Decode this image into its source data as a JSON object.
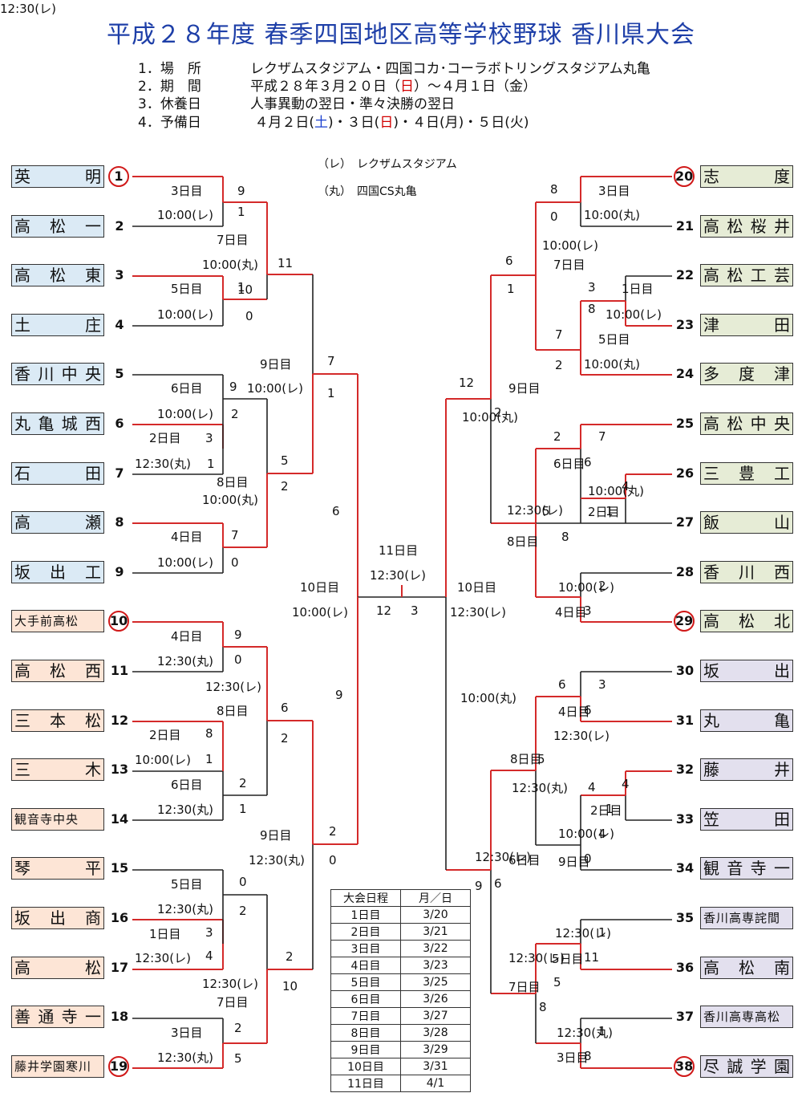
{
  "title": "平成２８年度 春季四国地区高等学校野球 香川県大会",
  "info": [
    {
      "k": "1．場　所",
      "v": [
        {
          "t": "レクザムスタジアム・四国コカ･コーラボトリングスタジアム丸亀"
        }
      ]
    },
    {
      "k": "2．期　間",
      "v": [
        {
          "t": "平成２８年３月２０日（"
        },
        {
          "t": "日",
          "c": "red"
        },
        {
          "t": "）～４月１日（金）"
        }
      ]
    },
    {
      "k": "3．休養日",
      "v": [
        {
          "t": "人事異動の翌日・準々決勝の翌日"
        }
      ]
    },
    {
      "k": "4．予備日",
      "v": [
        {
          "t": " ４月２日("
        },
        {
          "t": "土",
          "c": "blue"
        },
        {
          "t": ")・３日("
        },
        {
          "t": "日",
          "c": "red"
        },
        {
          "t": ")・４日(月)・５日(火)"
        }
      ]
    }
  ],
  "legend": [
    {
      "abbr": "（レ）",
      "name": "レクザムスタジアム"
    },
    {
      "abbr": "（丸）",
      "name": "四国CS丸亀"
    }
  ],
  "teams": [
    {
      "no": "1",
      "name": [
        "英",
        "明"
      ],
      "side": "L",
      "bg": "blue",
      "seed": true
    },
    {
      "no": "2",
      "name": [
        "高",
        "松",
        "一"
      ],
      "side": "L",
      "bg": "blue"
    },
    {
      "no": "3",
      "name": [
        "高",
        "松",
        "東"
      ],
      "side": "L",
      "bg": "blue"
    },
    {
      "no": "4",
      "name": [
        "土",
        "庄"
      ],
      "side": "L",
      "bg": "blue"
    },
    {
      "no": "5",
      "name": [
        "香",
        "川",
        "中",
        "央"
      ],
      "side": "L",
      "bg": "blue"
    },
    {
      "no": "6",
      "name": [
        "丸",
        "亀",
        "城",
        "西"
      ],
      "side": "L",
      "bg": "blue"
    },
    {
      "no": "7",
      "name": [
        "石",
        "田"
      ],
      "side": "L",
      "bg": "blue"
    },
    {
      "no": "8",
      "name": [
        "高",
        "瀬"
      ],
      "side": "L",
      "bg": "blue"
    },
    {
      "no": "9",
      "name": [
        "坂",
        "出",
        "工"
      ],
      "side": "L",
      "bg": "blue"
    },
    {
      "no": "10",
      "name": [
        "大手前高松"
      ],
      "side": "L",
      "bg": "pink",
      "seed": true,
      "small": true
    },
    {
      "no": "11",
      "name": [
        "高",
        "松",
        "西"
      ],
      "side": "L",
      "bg": "pink"
    },
    {
      "no": "12",
      "name": [
        "三",
        "本",
        "松"
      ],
      "side": "L",
      "bg": "pink"
    },
    {
      "no": "13",
      "name": [
        "三",
        "木"
      ],
      "side": "L",
      "bg": "pink"
    },
    {
      "no": "14",
      "name": [
        "観音寺中央"
      ],
      "side": "L",
      "bg": "pink",
      "small": true
    },
    {
      "no": "15",
      "name": [
        "琴",
        "平"
      ],
      "side": "L",
      "bg": "pink"
    },
    {
      "no": "16",
      "name": [
        "坂",
        "出",
        "商"
      ],
      "side": "L",
      "bg": "pink"
    },
    {
      "no": "17",
      "name": [
        "高",
        "松"
      ],
      "side": "L",
      "bg": "pink"
    },
    {
      "no": "18",
      "name": [
        "善",
        "通",
        "寺",
        "一"
      ],
      "side": "L",
      "bg": "pink"
    },
    {
      "no": "19",
      "name": [
        "藤井学園寒川"
      ],
      "side": "L",
      "bg": "pink",
      "seed": true,
      "small": true
    },
    {
      "no": "20",
      "name": [
        "志",
        "度"
      ],
      "side": "R",
      "bg": "green",
      "seed": true
    },
    {
      "no": "21",
      "name": [
        "高",
        "松",
        "桜",
        "井"
      ],
      "side": "R",
      "bg": "green"
    },
    {
      "no": "22",
      "name": [
        "高",
        "松",
        "工",
        "芸"
      ],
      "side": "R",
      "bg": "green"
    },
    {
      "no": "23",
      "name": [
        "津",
        "田"
      ],
      "side": "R",
      "bg": "green"
    },
    {
      "no": "24",
      "name": [
        "多",
        "度",
        "津"
      ],
      "side": "R",
      "bg": "green"
    },
    {
      "no": "25",
      "name": [
        "高",
        "松",
        "中",
        "央"
      ],
      "side": "R",
      "bg": "green"
    },
    {
      "no": "26",
      "name": [
        "三",
        "豊",
        "工"
      ],
      "side": "R",
      "bg": "green"
    },
    {
      "no": "27",
      "name": [
        "飯",
        "山"
      ],
      "side": "R",
      "bg": "green"
    },
    {
      "no": "28",
      "name": [
        "香",
        "川",
        "西"
      ],
      "side": "R",
      "bg": "green"
    },
    {
      "no": "29",
      "name": [
        "高",
        "松",
        "北"
      ],
      "side": "R",
      "bg": "green",
      "seed": true
    },
    {
      "no": "30",
      "name": [
        "坂",
        "出"
      ],
      "side": "R",
      "bg": "purple"
    },
    {
      "no": "31",
      "name": [
        "丸",
        "亀"
      ],
      "side": "R",
      "bg": "purple"
    },
    {
      "no": "32",
      "name": [
        "藤",
        "井"
      ],
      "side": "R",
      "bg": "purple"
    },
    {
      "no": "33",
      "name": [
        "笠",
        "田"
      ],
      "side": "R",
      "bg": "purple"
    },
    {
      "no": "34",
      "name": [
        "観",
        "音",
        "寺",
        "一"
      ],
      "side": "R",
      "bg": "purple"
    },
    {
      "no": "35",
      "name": [
        "香川高専詫間"
      ],
      "side": "R",
      "bg": "purple",
      "small": true
    },
    {
      "no": "36",
      "name": [
        "高",
        "松",
        "南"
      ],
      "side": "R",
      "bg": "purple"
    },
    {
      "no": "37",
      "name": [
        "香川高専高松"
      ],
      "side": "R",
      "bg": "purple",
      "small": true
    },
    {
      "no": "38",
      "name": [
        "尽",
        "誠",
        "学",
        "園"
      ],
      "side": "R",
      "bg": "purple",
      "seed": true
    }
  ],
  "labels": [
    "3日目",
    "10:00(レ)",
    "9",
    "1",
    "7日目",
    "10:00(丸)",
    "11",
    "1",
    "5日目",
    "10",
    "10:00(レ)",
    "0",
    "9日目",
    "10:00(レ)",
    "7",
    "1",
    "6日目",
    "9",
    "10:00(レ)",
    "2",
    "2日目",
    "3",
    "12:30(丸)",
    "1",
    "5",
    "2",
    "8日目",
    "10:00(丸)",
    "4日目",
    "7",
    "10:00(レ)",
    "0",
    "6",
    "11日目",
    "12:30(レ)",
    "10日目",
    "10:00(レ)",
    "12",
    "3",
    "10日目",
    "12:30(レ)",
    "4日目",
    "9",
    "12:30(丸)",
    "0",
    "12:30(レ)",
    "8日目",
    "6",
    "2",
    "2日目",
    "8",
    "10:00(レ)",
    "1",
    "6日目",
    "2",
    "12:30(丸)",
    "1",
    "9",
    "9日目",
    "2",
    "12:30(丸)",
    "0",
    "5日目",
    "0",
    "12:30(丸)",
    "2",
    "1日目",
    "3",
    "12:30(レ)",
    "4",
    "2",
    "12:30(レ)",
    "10",
    "7日目",
    "3日目",
    "2",
    "12:30(丸)",
    "5",
    "8",
    "3日目",
    "0",
    "10:00(丸)",
    "10:00(レ)",
    "6",
    "7日目",
    "1",
    "3",
    "1日目",
    "8",
    "10:00(レ)",
    "5日目",
    "7",
    "2",
    "10:00(丸)",
    "12",
    "9日目",
    "2",
    "10:00(丸)",
    "2",
    "7",
    "6日目",
    "6",
    "10:00(丸)",
    "4",
    "2日目",
    "1",
    "12:30(レ)",
    "5",
    "8日目",
    "8",
    "10:00(レ)",
    "2",
    "4日目",
    "3",
    "10:00(丸)",
    "6",
    "3",
    "4日目",
    "6",
    "12:30(レ)",
    "8日目",
    "5",
    "12:30(丸)",
    "4",
    "4",
    "2日目",
    "1",
    "10:00(レ)",
    "4",
    "6日目",
    "9日目",
    "0",
    "12:30(レ)",
    "9",
    "6",
    "12:30(レ)",
    "1",
    "5日目",
    "11",
    "12:30(レ)",
    "5",
    "7日目",
    "8",
    "12:30(丸)",
    "1",
    "3日目",
    "8",
    "12:30(レ)"
  ],
  "schedule": {
    "head": [
      "大会日程",
      "月／日"
    ],
    "rows": [
      [
        "1日目",
        "3/20"
      ],
      [
        "2日目",
        "3/21"
      ],
      [
        "3日目",
        "3/22"
      ],
      [
        "4日目",
        "3/23"
      ],
      [
        "5日目",
        "3/25"
      ],
      [
        "6日目",
        "3/26"
      ],
      [
        "7日目",
        "3/27"
      ],
      [
        "8日目",
        "3/28"
      ],
      [
        "9日目",
        "3/29"
      ],
      [
        "10日目",
        "3/31"
      ],
      [
        "11日目",
        "4/1"
      ]
    ]
  }
}
